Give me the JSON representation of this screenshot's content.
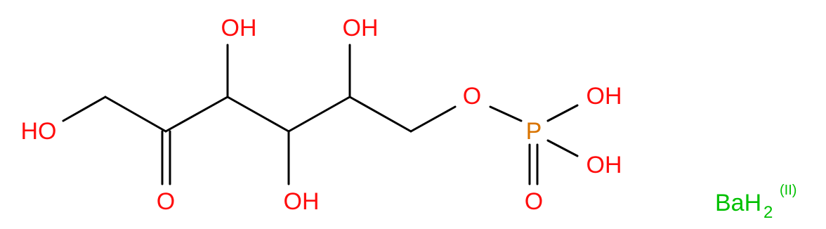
{
  "atoms": {
    "ho_left": "HO",
    "o_ketone": "O",
    "oh_c3": "OH",
    "oh_c4": "OH",
    "oh_c5": "OH",
    "o_ester": "O",
    "p": "P",
    "oh_p_top": "OH",
    "oh_p_bottom": "OH",
    "o_p_double": "O"
  },
  "counterion": {
    "element": "BaH",
    "subscript": "2",
    "charge": "(II)"
  },
  "colors": {
    "oxygen": "#ff0d0d",
    "phosphorus": "#d97400",
    "barium": "#00c000",
    "bond": "#000000"
  }
}
